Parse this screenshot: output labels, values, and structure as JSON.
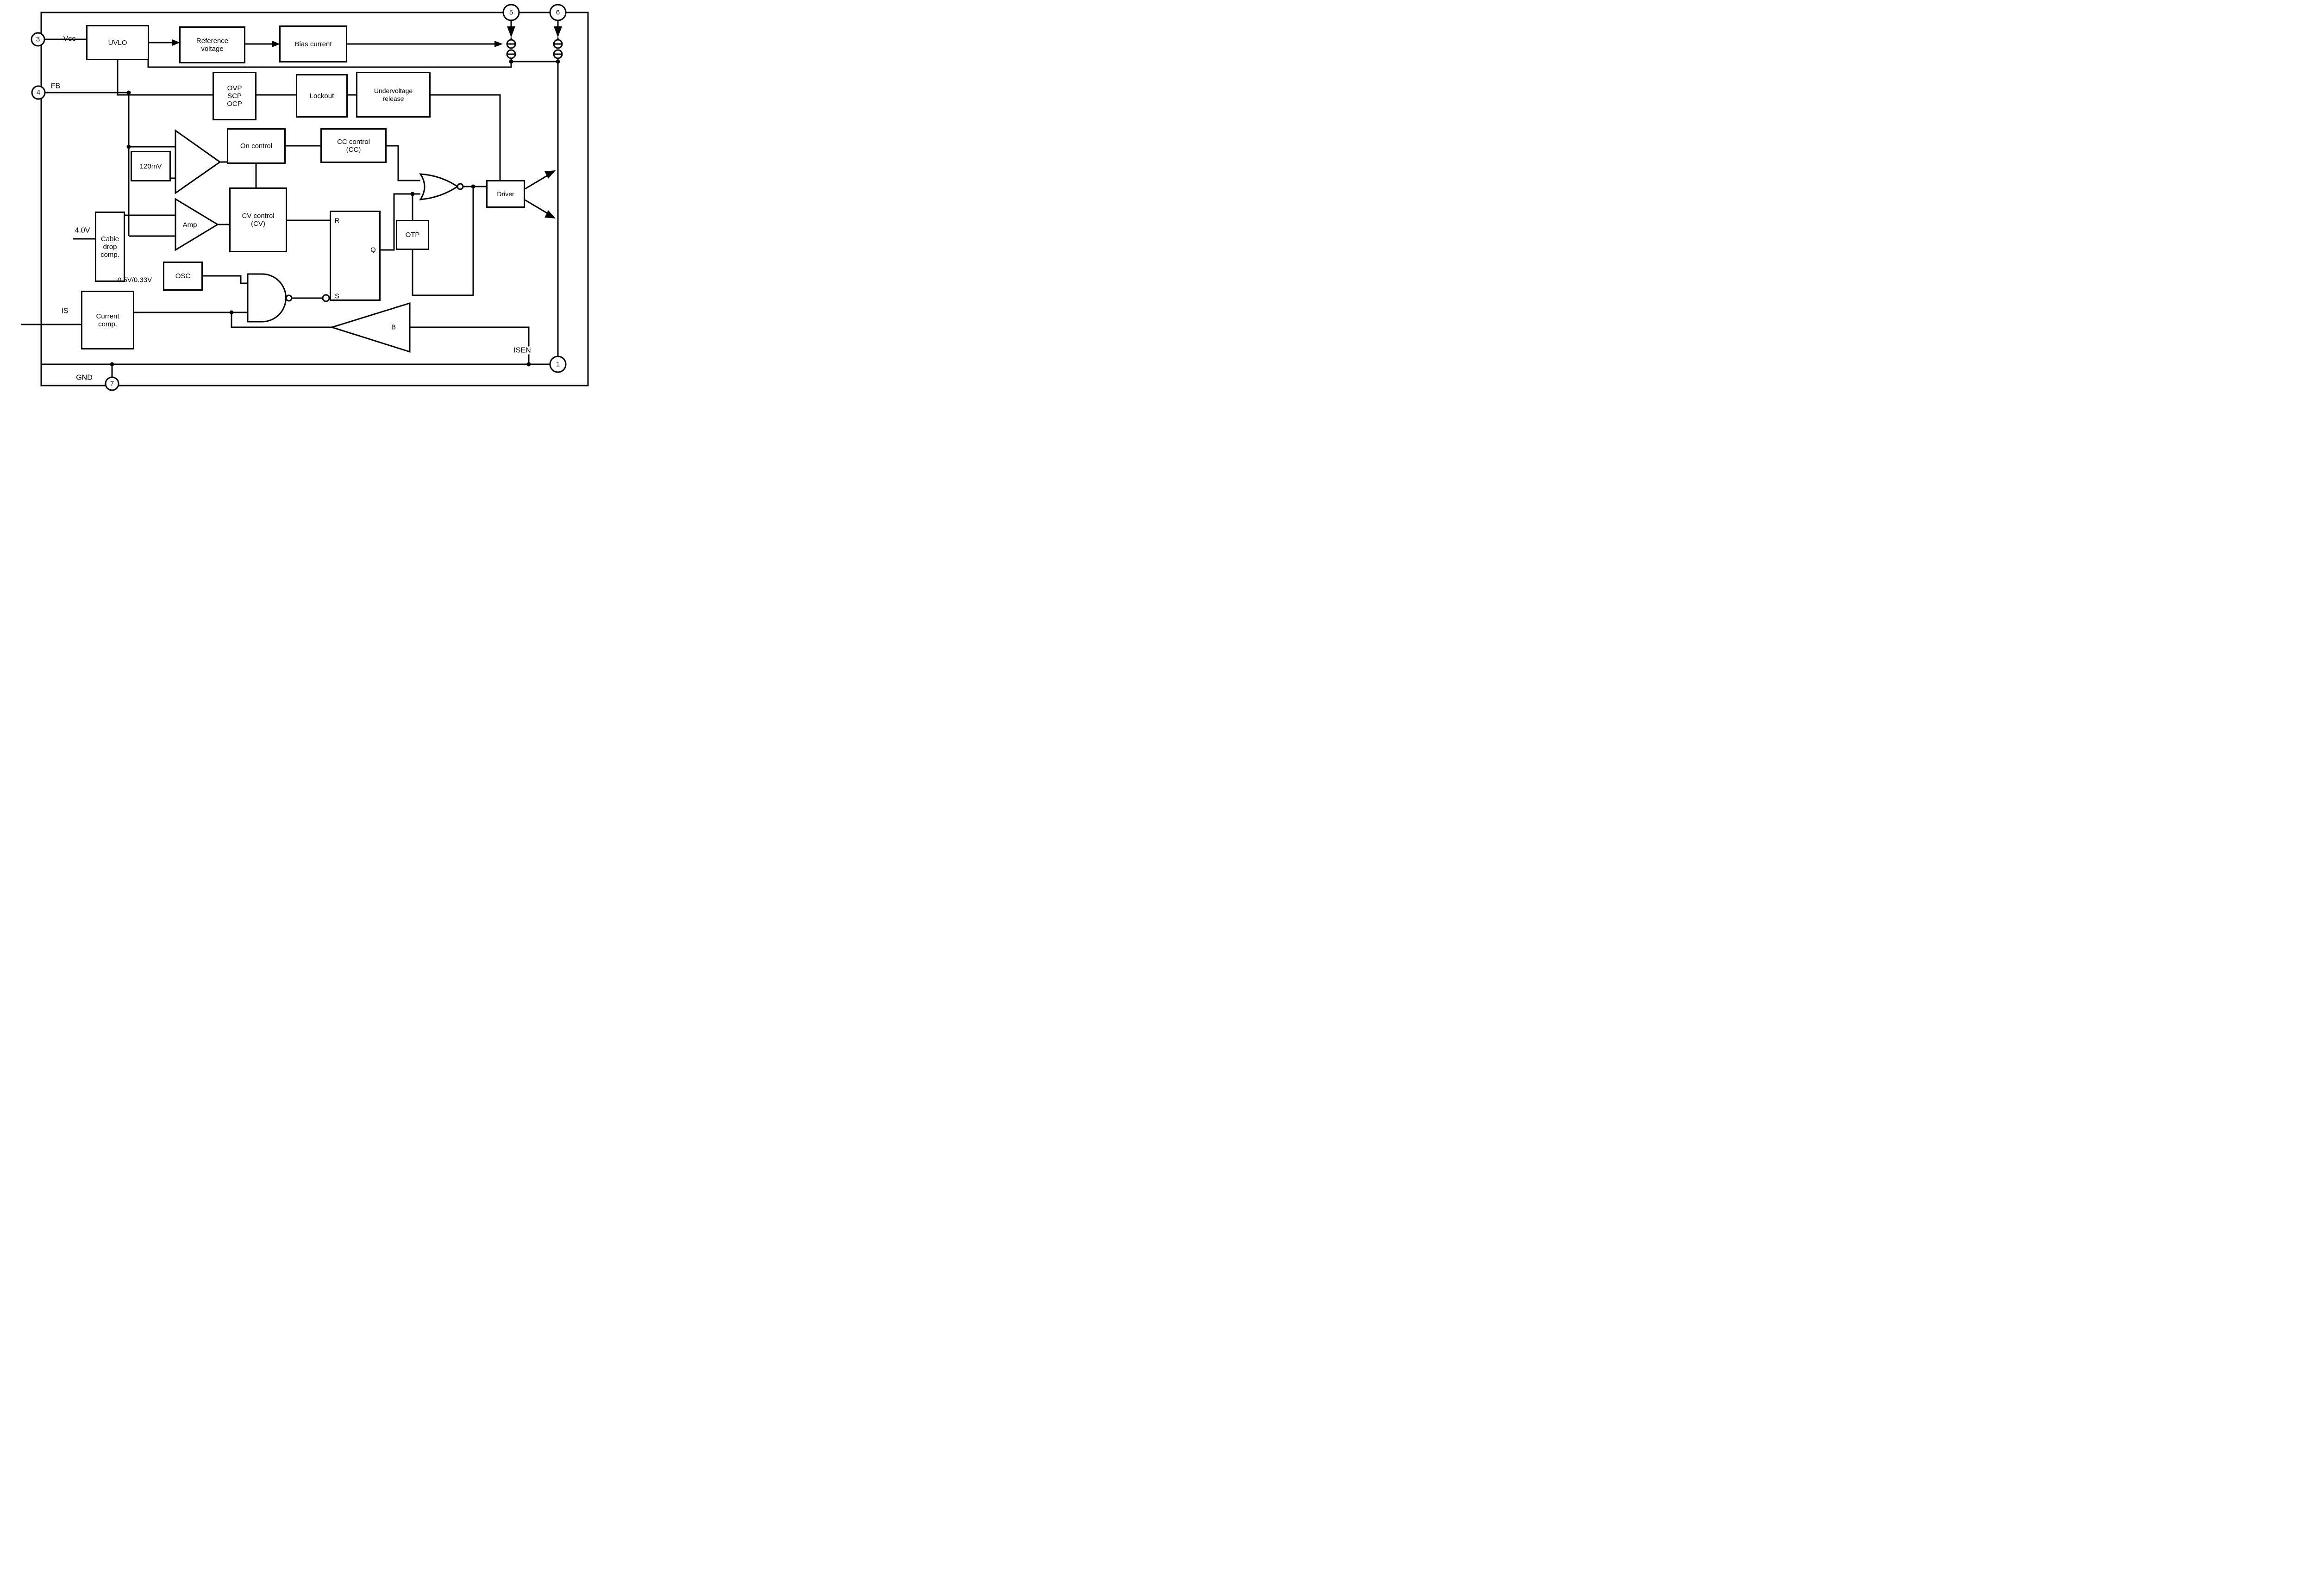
{
  "diagram": {
    "pins": [
      {
        "id": "vcc",
        "number": "3",
        "label": "Vcc"
      },
      {
        "id": "fb",
        "number": "4",
        "label": "FB"
      },
      {
        "id": "is",
        "number": "",
        "label": "IS"
      },
      {
        "id": "gnd",
        "number": "7",
        "label": "GND"
      },
      {
        "id": "drain1",
        "number": "5",
        "label": ""
      },
      {
        "id": "drain2",
        "number": "6",
        "label": ""
      },
      {
        "id": "isen",
        "number": "1",
        "label": "ISEN"
      }
    ],
    "blocks": {
      "uvlo": {
        "label": "UVLO"
      },
      "ref": {
        "line1": "Reference",
        "line2": "voltage"
      },
      "bias": {
        "label": "Bias current"
      },
      "ovp": {
        "line1": "OVP",
        "line2": "SCP",
        "line3": "OCP"
      },
      "lockout": {
        "label": "Lockout"
      },
      "uvr": {
        "line1": "Undervoltage",
        "line2": "release"
      },
      "mv120": {
        "label": "120mV"
      },
      "oncontrol": {
        "label": "On control"
      },
      "cccontrol": {
        "line1": "CC control",
        "line2": "(CC)"
      },
      "cvcontrol": {
        "line1": "CV control",
        "line2": "(CV)"
      },
      "cable": {
        "line1": "Cable",
        "line2": "drop",
        "line3": "comp."
      },
      "osc": {
        "label": "OSC"
      },
      "currentcomp": {
        "line1": "Current",
        "line2": "comp."
      },
      "otp": {
        "label": "OTP"
      },
      "driver": {
        "label": "Driver"
      },
      "ff": {
        "r": "R",
        "s": "S",
        "q": "Q"
      },
      "amp": {
        "label": "Amp"
      },
      "buffer": {
        "label": "B"
      }
    },
    "annotations": {
      "vref_cable": "4.0V",
      "vth_current": "0.5V/0.33V"
    },
    "colors": {
      "ink": "#000000",
      "paper": "#ffffff"
    }
  }
}
